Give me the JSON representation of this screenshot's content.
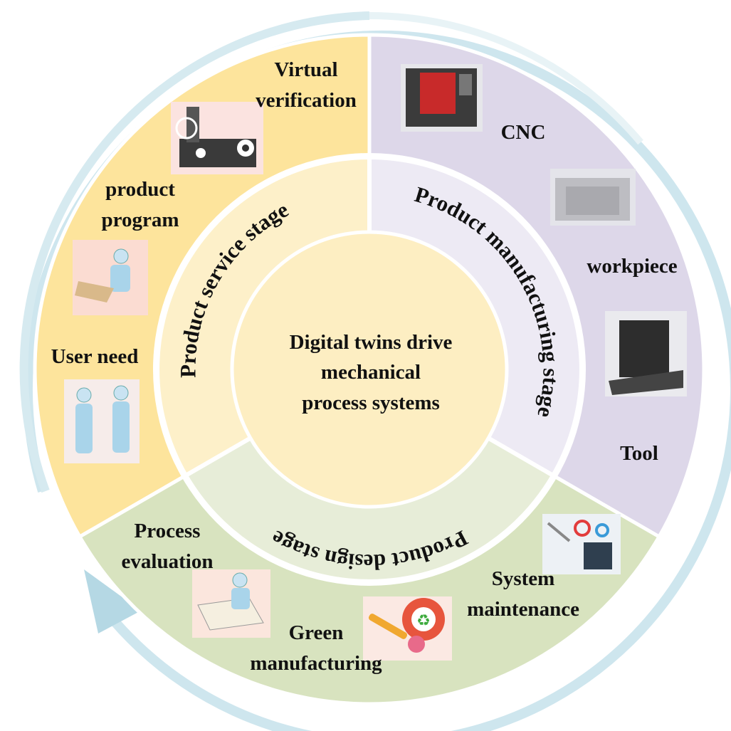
{
  "title": "Digital twins drive mechanical process systems",
  "center_lines": [
    "Digital twins drive",
    "mechanical",
    "process systems"
  ],
  "stages": {
    "service": "Product service stage",
    "manufacturing": "Product manufacturing stage",
    "design": "Product design stage"
  },
  "items": {
    "virtual_verification": [
      "Virtual",
      "verification"
    ],
    "product_program": [
      "product",
      "program"
    ],
    "user_need": [
      "User need"
    ],
    "cnc": [
      "CNC"
    ],
    "workpiece": [
      "workpiece"
    ],
    "tool": [
      "Tool"
    ],
    "process_evaluation": [
      "Process",
      "evaluation"
    ],
    "green_manufacturing": [
      "Green",
      "manufacturing"
    ],
    "system_maintenance": [
      "System",
      "maintenance"
    ]
  },
  "colors": {
    "service_outer": "#fde49c",
    "manufacturing_outer": "#ddd7e9",
    "design_outer": "#d8e3bf",
    "service_ring": "#fdf0c9",
    "manufacturing_ring": "#edeaf4",
    "design_ring": "#e7edd8",
    "center": "#fdeec2",
    "cycle_arrow": "#c9e3ec"
  }
}
